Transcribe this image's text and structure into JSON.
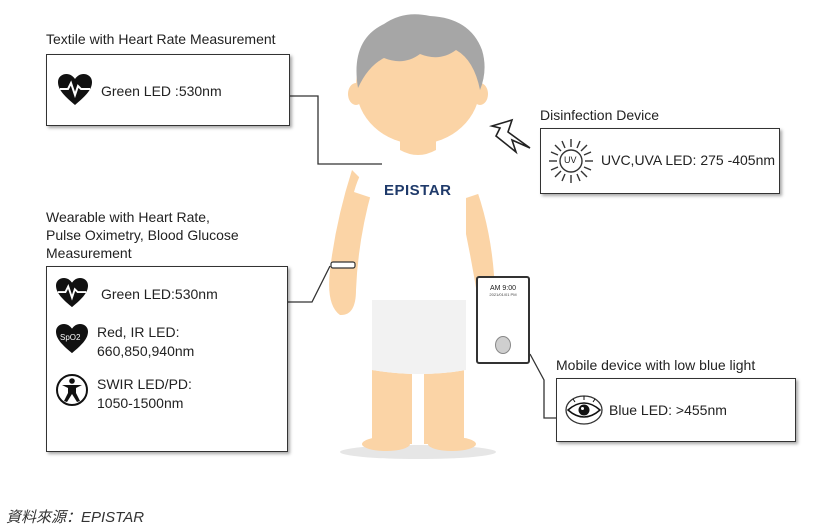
{
  "textile": {
    "title": "Textile with Heart Rate Measurement",
    "led": "Green LED :530nm"
  },
  "disinfection": {
    "title": "Disinfection Device",
    "uv_label": "UV",
    "led": "UVC,UVA LED: 275 -405nm"
  },
  "wearable": {
    "title_lines": [
      "Wearable with Heart Rate,",
      "Pulse Oximetry, Blood Glucose",
      "Measurement"
    ],
    "items": [
      {
        "icon": "heart-pulse-icon",
        "lines": [
          "Green LED:530nm"
        ]
      },
      {
        "icon": "spo2-heart-icon",
        "badge": "SpO2",
        "lines": [
          "Red, IR LED:",
          "660,850,940nm"
        ]
      },
      {
        "icon": "body-figure-icon",
        "lines": [
          "SWIR LED/PD:",
          "1050-1500nm"
        ]
      }
    ]
  },
  "mobile": {
    "title": "Mobile device with low blue light",
    "led": "Blue LED: >455nm",
    "phone_time": "AM 9:00",
    "phone_date": "2021/01/01 PM"
  },
  "shirt_brand": "EPISTAR",
  "source_caption": "資料來源：EPISTAR",
  "colors": {
    "skin": "#fbd4a6",
    "hair": "#a6a6a6",
    "shirt": "#ffffff",
    "shadow": "#e4e4e4",
    "brand": "#1f3a6a",
    "line": "#333333"
  }
}
